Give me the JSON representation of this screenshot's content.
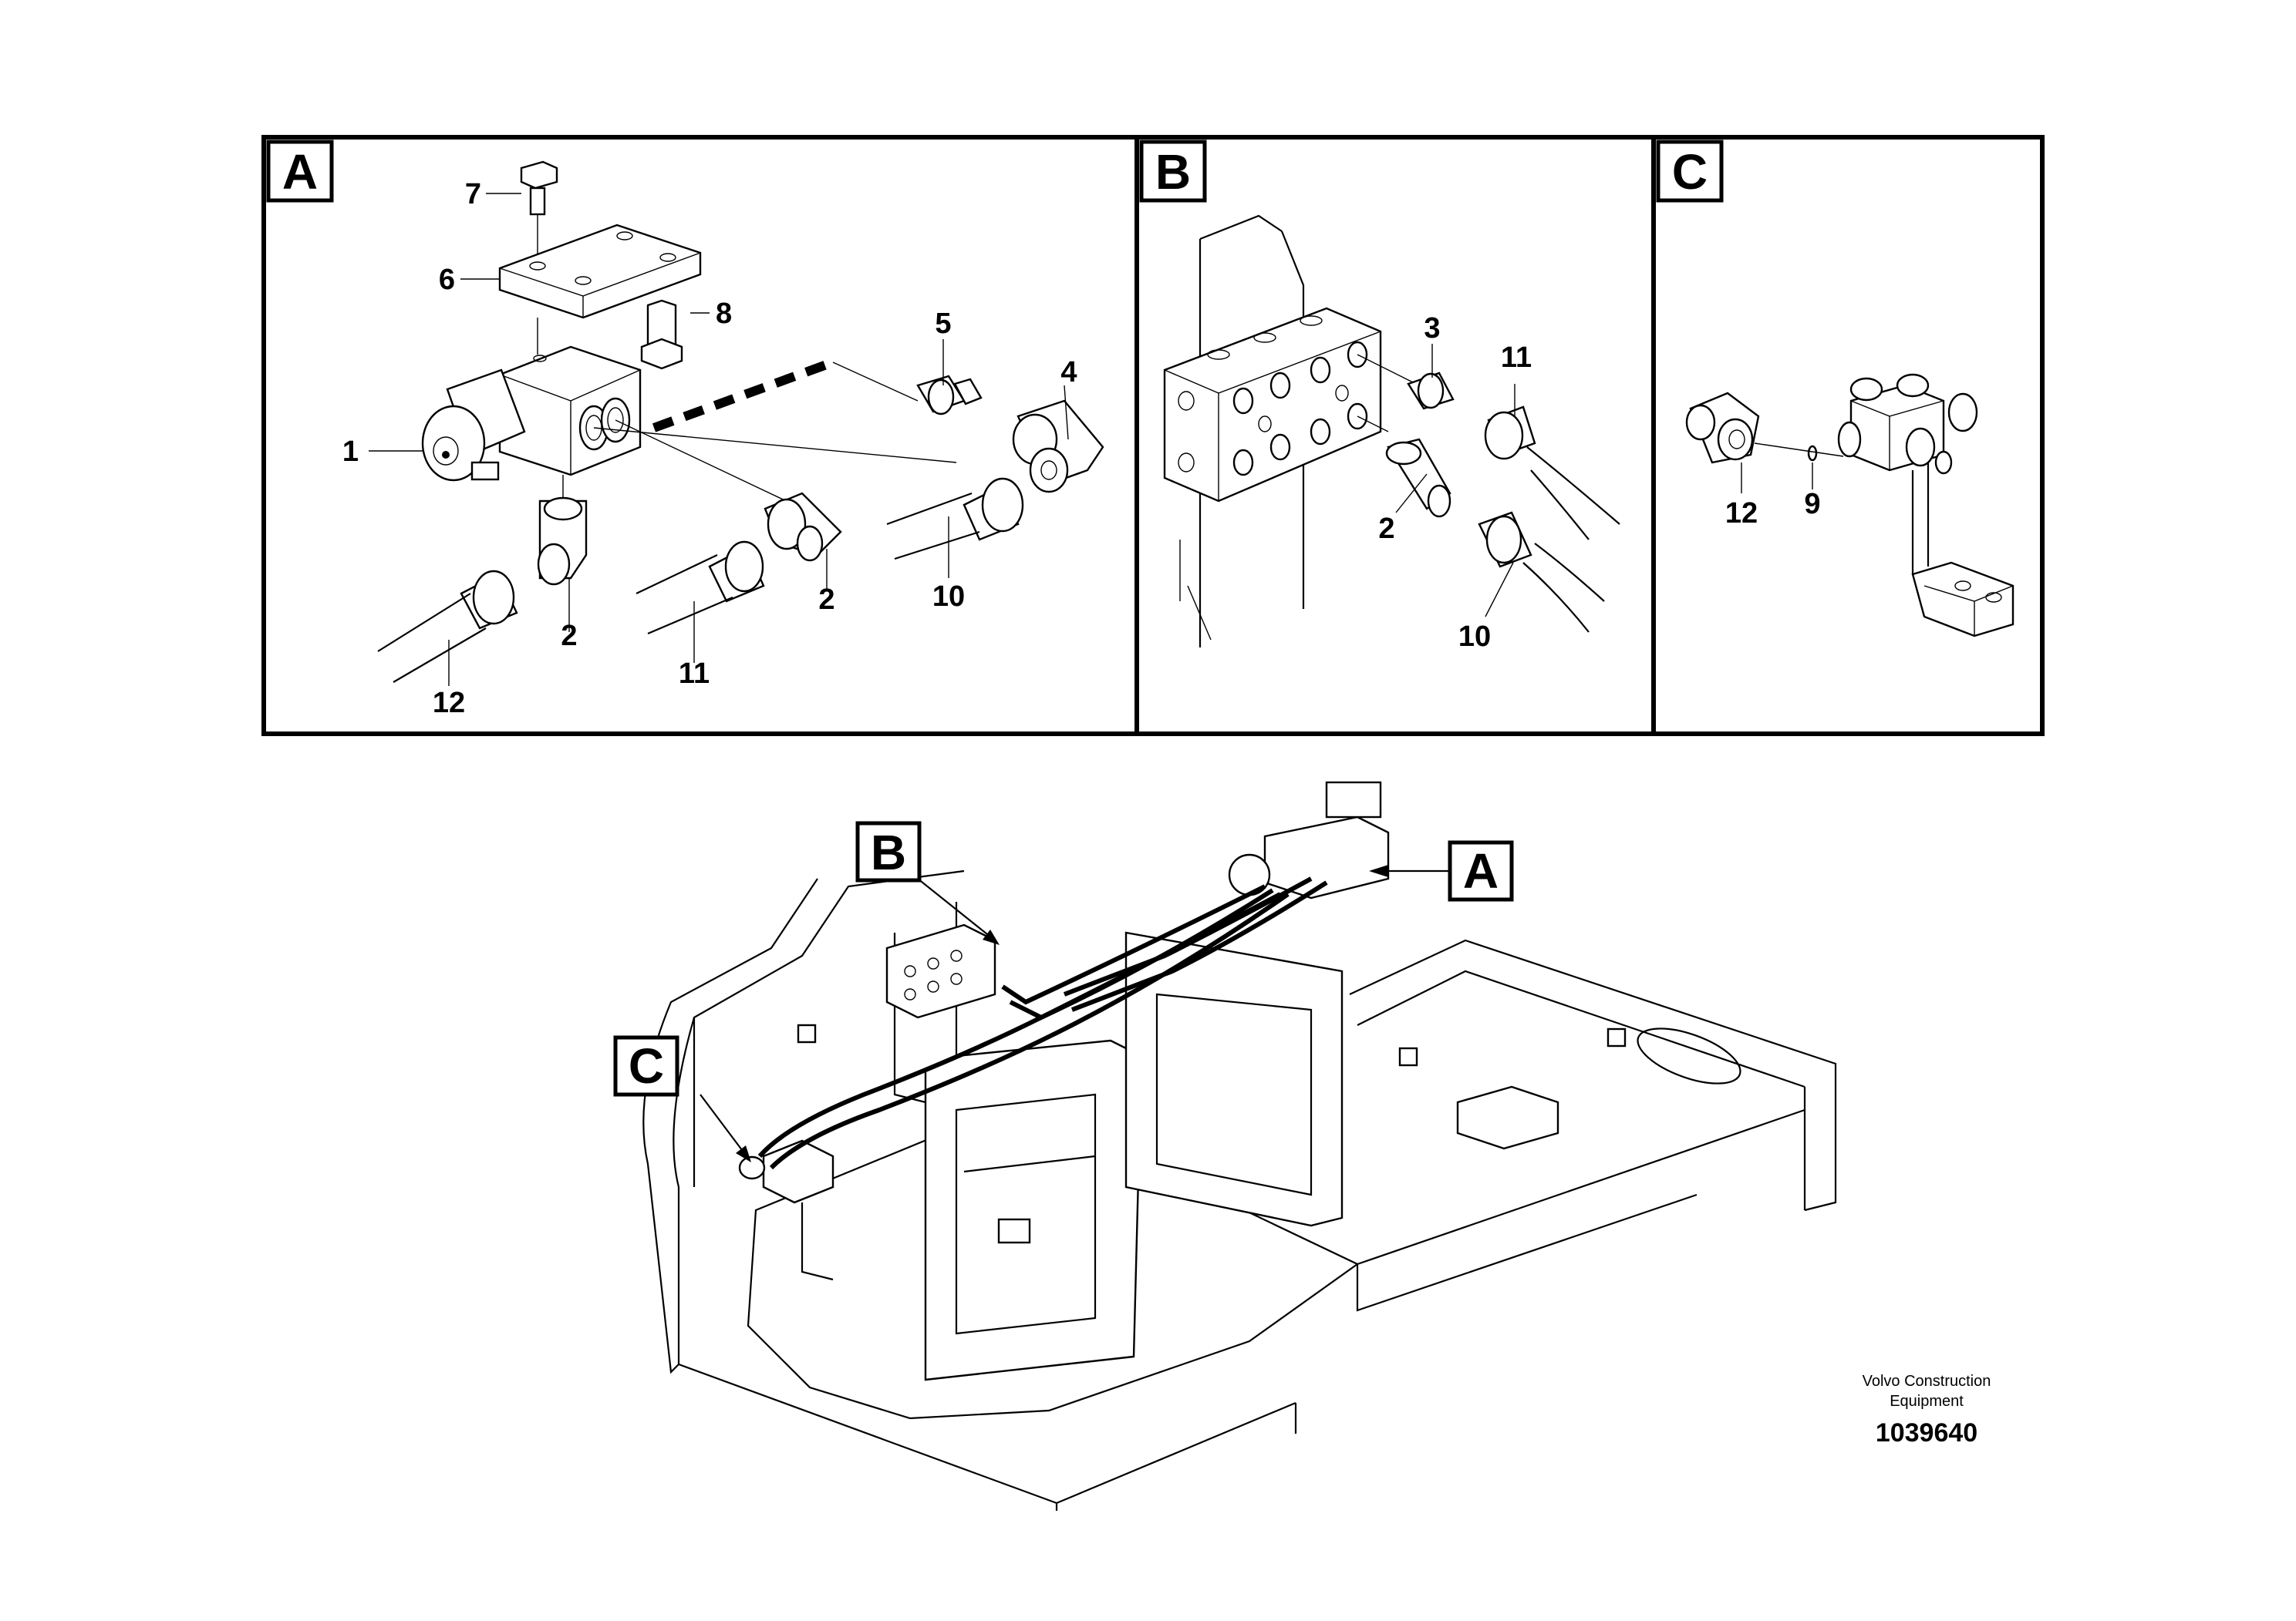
{
  "panels": [
    {
      "letter": "A"
    },
    {
      "letter": "B"
    },
    {
      "letter": "C"
    }
  ],
  "panel_a_callouts": [
    "1",
    "2",
    "2",
    "4",
    "5",
    "6",
    "7",
    "8",
    "10",
    "11",
    "12"
  ],
  "panel_b_callouts": [
    "2",
    "3",
    "10",
    "11"
  ],
  "panel_c_callouts": [
    "9",
    "12"
  ],
  "overview_tags": [
    "A",
    "B",
    "C"
  ],
  "credit": {
    "line1": "Volvo Construction",
    "line2": "Equipment"
  },
  "doc_number": "1039640"
}
